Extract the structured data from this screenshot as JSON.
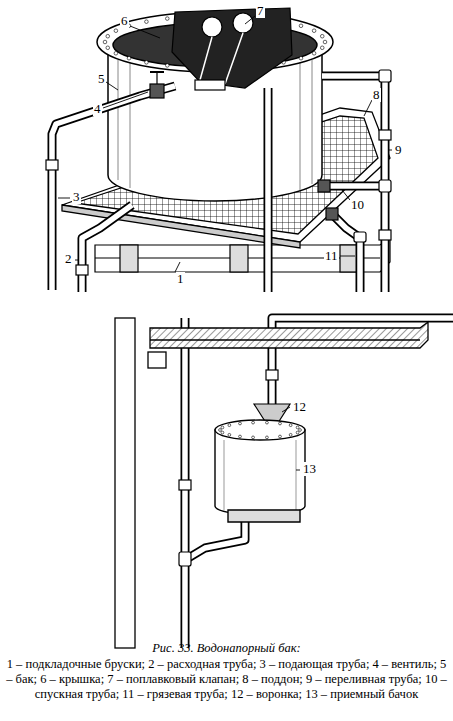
{
  "diagram": {
    "caption": "Рис. 33. Водонапорный бак:",
    "labels": [
      "1",
      "2",
      "3",
      "4",
      "5",
      "6",
      "7",
      "8",
      "9",
      "10",
      "11",
      "12",
      "13",
      "1 – подкладочные бруски; 2 – расходная труба; 3 – подающая труба; 4 – вентиль; 5 – бак; 6 – крышка; 7 – поплавковый клапан; 8 – поддон; 9 – переливная труба; 10 – спускная труба; 11 – грязевая труба; 12 – воронка; 13 – приемный бачок"
    ]
  }
}
